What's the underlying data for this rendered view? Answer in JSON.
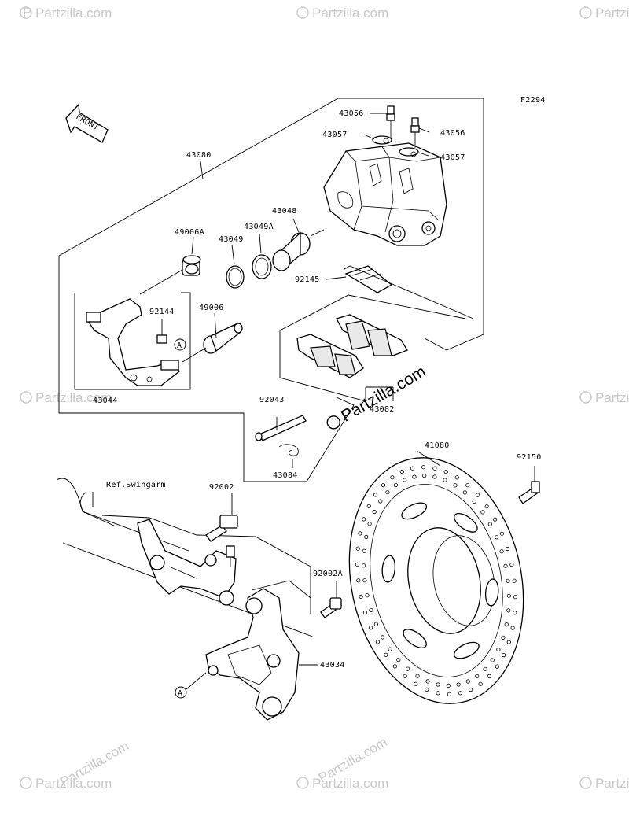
{
  "figure_code": "F2294",
  "front_label": "FRONT",
  "ref_label": "Ref.Swingarm",
  "callout_marker": "A",
  "watermark_text": "Partzilla.com",
  "watermark_center_text": "Partzilla.com",
  "part_numbers": {
    "p43056a": "43056",
    "p43056b": "43056",
    "p43057a": "43057",
    "p43057b": "43057",
    "p43080": "43080",
    "p43048": "43048",
    "p49006A": "49006A",
    "p43049A": "43049A",
    "p43049": "43049",
    "p92145": "92145",
    "p92144": "92144",
    "p49006": "49006",
    "p43044": "43044",
    "p92043": "92043",
    "p43082": "43082",
    "p43084": "43084",
    "p41080": "41080",
    "p92150": "92150",
    "p92002": "92002",
    "p92002A": "92002A",
    "p43034": "43034"
  },
  "colors": {
    "ink": "#000000",
    "watermark": "#c9c9c9",
    "background": "#ffffff"
  }
}
